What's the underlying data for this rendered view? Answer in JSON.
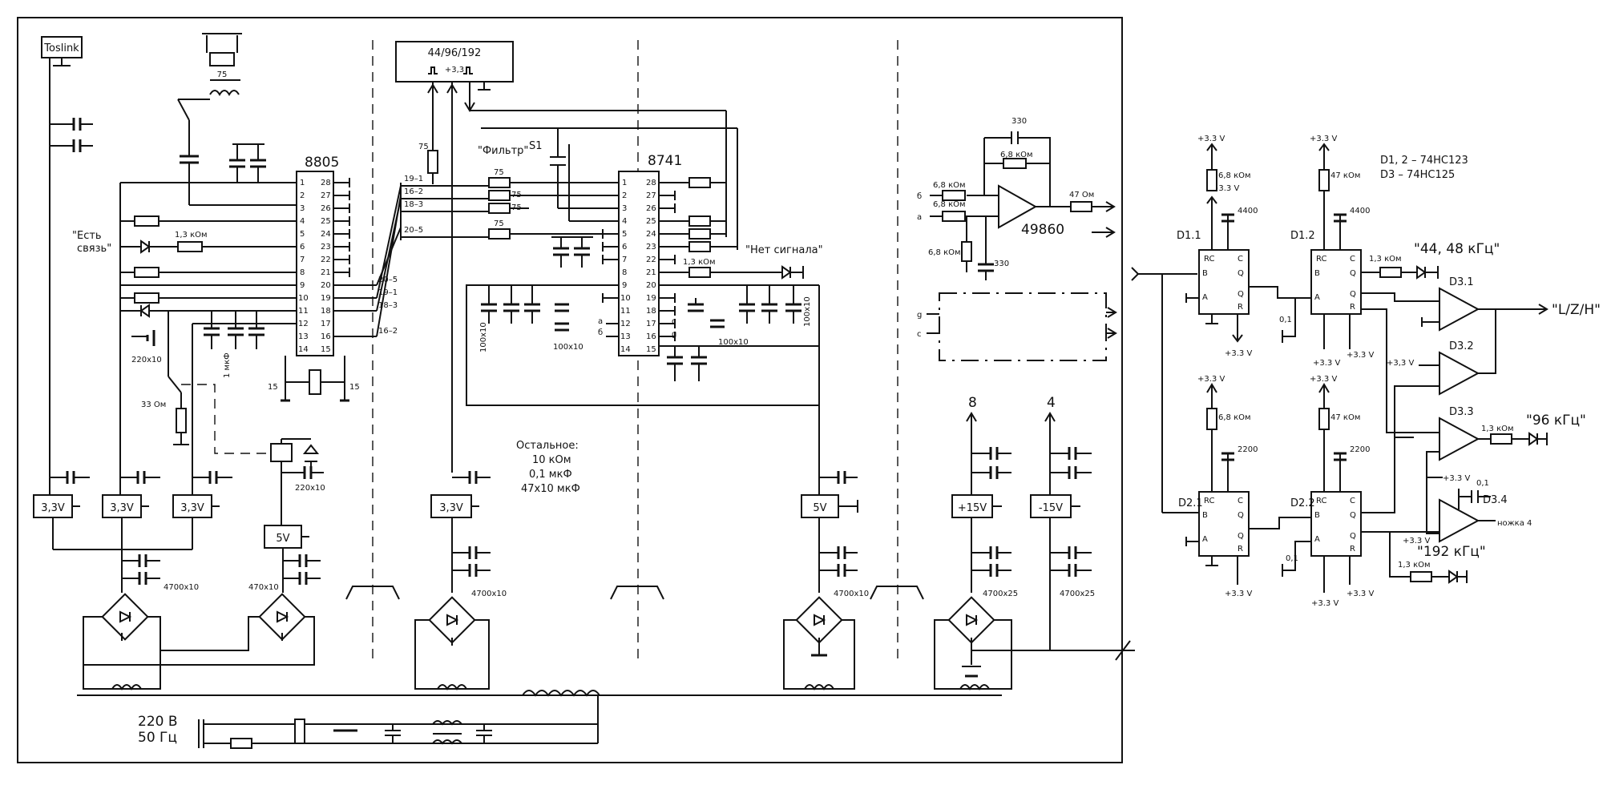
{
  "labels": {
    "toslink": "Toslink",
    "r75_coax": "75",
    "ic8805": "8805",
    "est_svyaz": "\"Есть\nсвязь\"",
    "r1_3k_a": "1,3 кОм",
    "c220x10_a": "220x10",
    "r33": "33 Ом",
    "c1mkf": "1 мкФ",
    "c15_a": "15",
    "c15_b": "15",
    "c220x10_b": "220x10",
    "reg_3v3_a": "3,3V",
    "reg_3v3_b": "3,3V",
    "reg_3v3_c": "3,3V",
    "reg_5v_a": "5V",
    "c4700x10_a": "4700x10",
    "c470x10": "470x10",
    "freq_box": "44/96/192",
    "v33": "+3,3",
    "r75_top": "75",
    "filtr": "\"Фильтр\"",
    "s1": "S1",
    "ic8741": "8741",
    "r75_1": "75",
    "r75_2": "75",
    "r75_3": "75",
    "r75_4": "75",
    "net_19_1": "19–1",
    "net_16_2": "16–2",
    "net_18_3": "18–3",
    "net_20_5": "20–5",
    "net_20_5b": "20–5",
    "net_19_1b": "19–1",
    "net_18_3b": "18–3",
    "net_16_2b": "16–2",
    "c100x10_a": "100x10",
    "c100x10_b": "100x10",
    "c100x10_c": "100x10",
    "c100x10_d": "100x10",
    "pin_a": "a",
    "pin_b": "б",
    "pin_c": "с",
    "pin_g": "g",
    "r1_3k_b": "1,3 кОм",
    "net_signala": "\"Нет сигнала\"",
    "ostalnoe1": "Остальное:",
    "ostalnoe2": "10 кОм",
    "ostalnoe3": "0,1 мкФ",
    "ostalnoe4": "47x10 мкФ",
    "reg_3v3_d": "3,3V",
    "c4700x10_b": "4700x10",
    "reg_5v_b": "5V",
    "c4700x10_c": "4700x10",
    "c330_a": "330",
    "r6_8k_a": "6,8 кОм",
    "r6_8k_b": "6,8 кОм",
    "r6_8k_c": "6,8 кОм",
    "r6_8k_d": "6,8 кОм",
    "c330_b": "330",
    "r47": "47 Ом",
    "ic49860": "49860",
    "in_b": "б",
    "in_a": "а",
    "in_g": "g",
    "in_c": "с",
    "rail_8": "8",
    "rail_4": "4",
    "reg_p15": "+15V",
    "reg_m15": "-15V",
    "c4700x25_a": "4700x25",
    "c4700x25_b": "4700x25",
    "mains1": "220  В",
    "mains2": "50  Гц",
    "legend1": "D1, 2   –  74HC123",
    "legend2": "D3       –  74HC125",
    "d11": "D1.1",
    "d12": "D1.2",
    "d21": "D2.1",
    "d22": "D2.2",
    "d31": "D3.1",
    "d32": "D3.2",
    "d33": "D3.3",
    "d34": "D3.4",
    "v33_1": "+3.3 V",
    "v33_2": "+3.3 V",
    "v33_3": "+3.3 V",
    "v33_4": "+3.3 V",
    "v33_5": "+3.3 V",
    "v33_6": "+3.3 V",
    "v33_7": "+3.3 V",
    "v33_8": "+3.3 V",
    "v33_9": "+3.3 V",
    "v33_10": "+3.3 V",
    "v33_11": "+3.3 V",
    "v33_12": "+3.3 V",
    "r6_8k_e": "6,8 кОм",
    "r47k_a": "47 кОм",
    "r6_8k_f": "6,8 кОм",
    "r47k_b": "47 кОм",
    "c4400_a": "4400",
    "c4400_b": "4400",
    "c2200_a": "2200",
    "c2200_b": "2200",
    "c01_a": "0,1",
    "c01_b": "0,1",
    "c01_c": "0,1",
    "r1_3k_c": "1,3 кОм",
    "r1_3k_d": "1,3 кОм",
    "r1_3k_e": "1,3 кОм",
    "f44_48": "\"44, 48 кГц\"",
    "f96": "\"96 кГц\"",
    "f192": "\"192 кГц\"",
    "lzh": "\"L/Z/H\"",
    "nozhka4": "ножка 4",
    "v33_small": "+3,3 V"
  }
}
